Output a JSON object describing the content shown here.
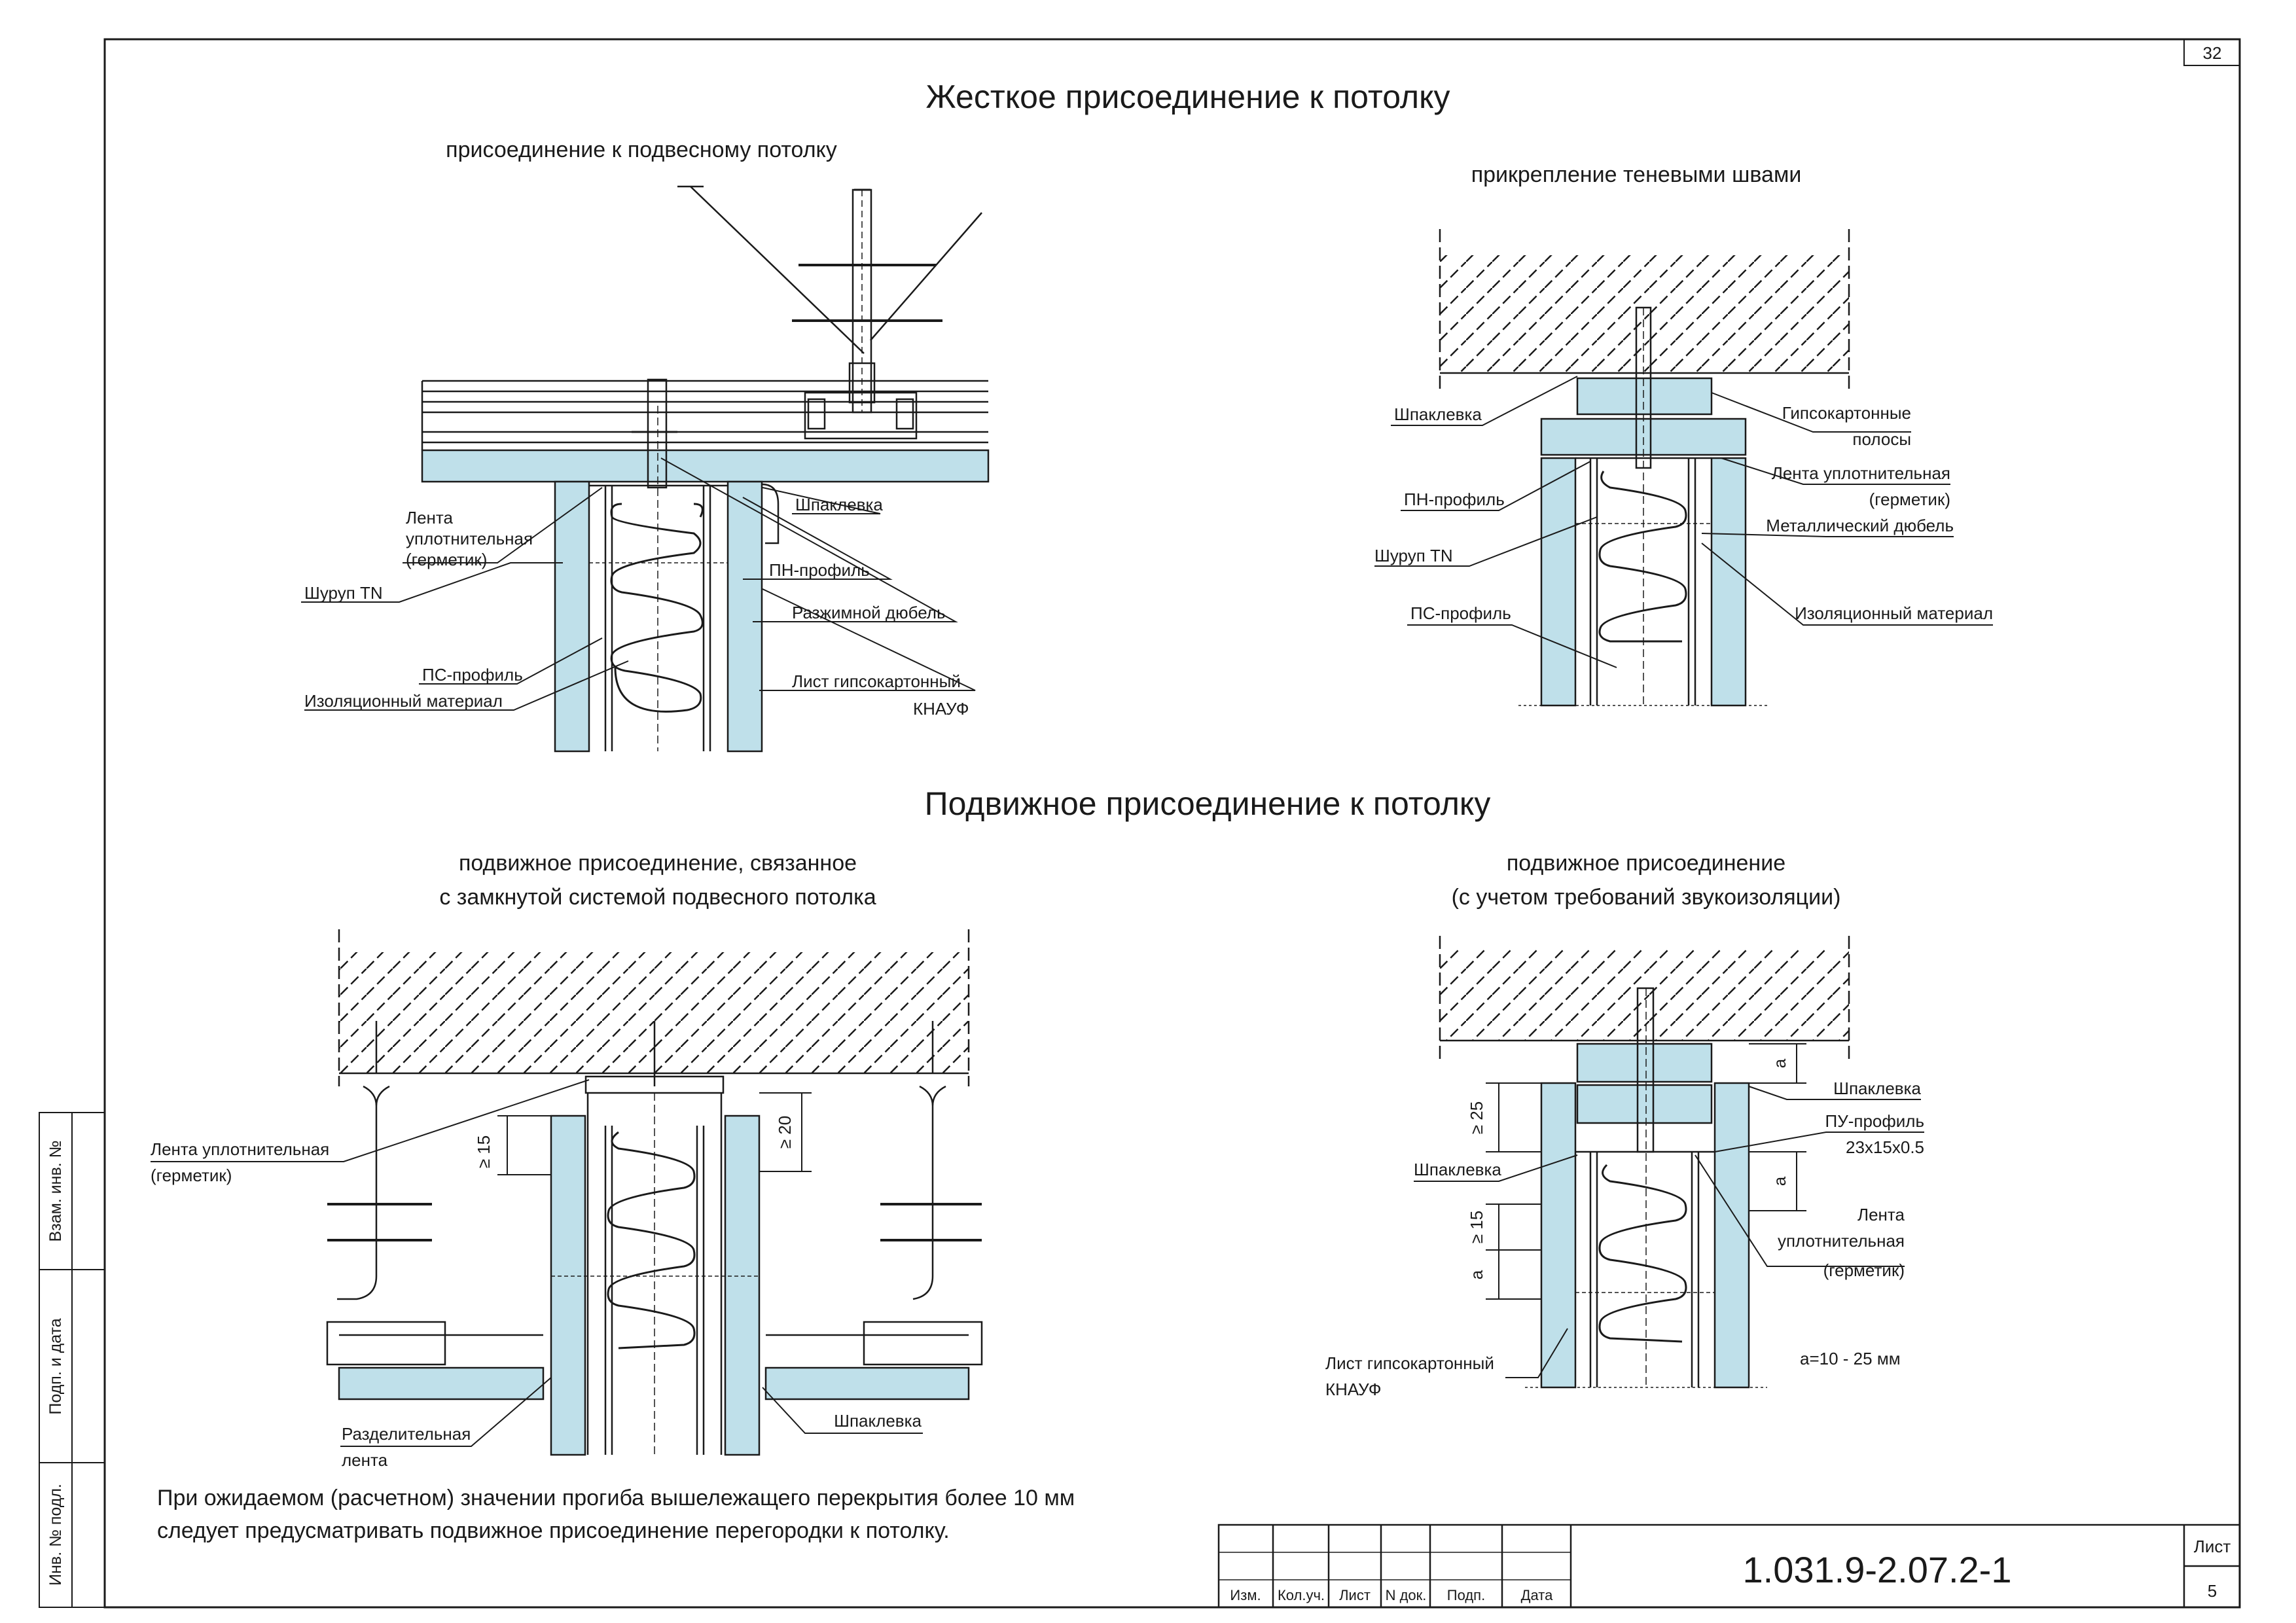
{
  "sheet": {
    "corner_number": "32",
    "title_rigid": "Жесткое присоединение к потолку",
    "title_movable": "Подвижное присоединение к потолку",
    "note_line1": "При ожидаемом (расчетном) значении прогиба вышележащего перекрытия более 10 мм",
    "note_line2": "следует предусматривать подвижное присоединение перегородки к потолку."
  },
  "side_stamp": {
    "zam_inv": "Взам. инв. №",
    "podp_data": "Подп. и дата",
    "inv_podl": "Инв. № подл."
  },
  "title_block": {
    "cols": [
      "Изм.",
      "Кол.уч.",
      "Лист",
      "N док.",
      "Подп.",
      "Дата"
    ],
    "code": "1.031.9-2.07.2-1",
    "sheet_label": "Лист",
    "sheet_no": "5"
  },
  "detail_a": {
    "subtitle": "присоединение к подвесному потолку",
    "labels": {
      "tape1": "Лента",
      "tape2": "уплотнительная",
      "tape3": "(герметик)",
      "screw": "Шуруп TN",
      "ps": "ПС-профиль",
      "insul": "Изоляционный материал",
      "putty": "Шпаклевка",
      "pn": "ПН-профиль",
      "dowel": "Разжимной дюбель",
      "sheet1": "Лист гипсокартонный",
      "sheet2": "КНАУФ"
    }
  },
  "detail_b": {
    "subtitle": "прикрепление теневыми швами",
    "labels": {
      "putty": "Шпаклевка",
      "pn": "ПН-профиль",
      "screw": "Шуруп TN",
      "ps": "ПС-профиль",
      "strips1": "Гипсокартонные",
      "strips2": "полосы",
      "tape1": "Лента уплотнительная",
      "tape2": "(герметик)",
      "metal": "Металлический дюбель",
      "insul": "Изоляционный материал"
    }
  },
  "detail_c": {
    "subtitle1": "подвижное присоединение, связанное",
    "subtitle2": "с замкнутой системой подвесного потолка",
    "labels": {
      "tape1": "Лента уплотнительная",
      "tape2": "(герметик)",
      "sep1": "Разделительная",
      "sep2": "лента",
      "putty": "Шпаклевка"
    },
    "dims": {
      "d15": "≥ 15",
      "d20": "≥ 20"
    }
  },
  "detail_d": {
    "subtitle1": "подвижное присоединение",
    "subtitle2": "(с учетом требований звукоизоляции)",
    "labels": {
      "putty_r": "Шпаклевка",
      "pu1": "ПУ-профиль",
      "pu2": "23х15х0.5",
      "putty_l": "Шпаклевка",
      "tape1": "Лента",
      "tape2": "уплотнительная",
      "tape3": "(герметик)",
      "sheet1": "Лист гипсокартонный",
      "sheet2": "КНАУФ",
      "range": "a=10 - 25 мм"
    },
    "dims": {
      "d25": "≥ 25",
      "d15": "≥ 15",
      "a": "a"
    }
  },
  "colors": {
    "board": "#bfe0ea",
    "line": "#1a1a1a",
    "paper": "#ffffff"
  }
}
